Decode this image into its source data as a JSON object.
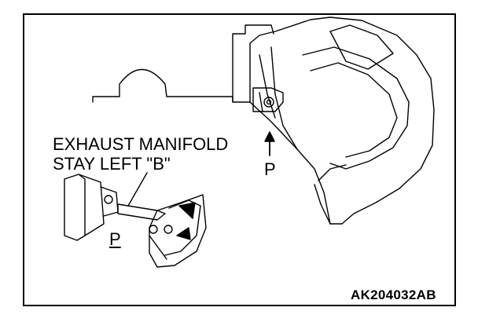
{
  "labels": {
    "part_name_line1": "EXHAUST MANIFOLD",
    "part_name_line2": "STAY LEFT \"B\"",
    "view_arrow_label": "P",
    "detail_view_label": "P",
    "figure_code": "AK204032AB"
  }
}
